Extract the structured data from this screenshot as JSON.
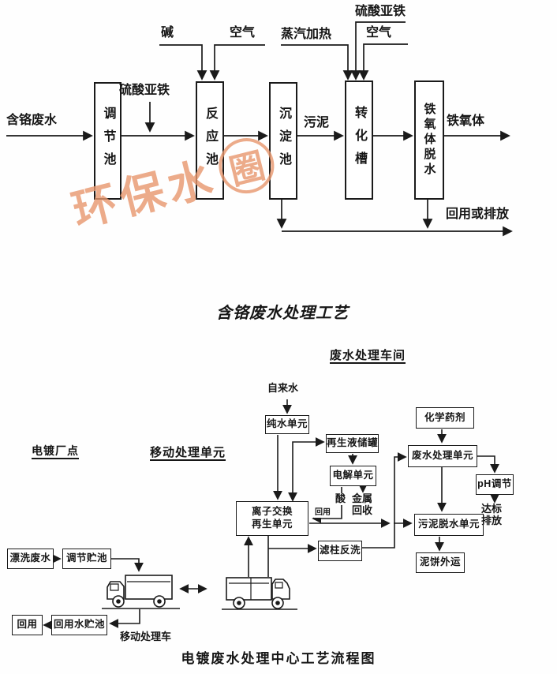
{
  "watermark": {
    "text_main": "环保水",
    "text_circled": "圈",
    "color": "#e8976e"
  },
  "top": {
    "title": "含铬废水处理工艺",
    "influent": "含铬废水",
    "tanks": [
      "调节池",
      "反应池",
      "沉淀池",
      "转化槽",
      "铁氧体脱水"
    ],
    "feeds": {
      "ferrous_sulfate_1": "硫酸亚铁",
      "alkali": "碱",
      "air_1": "空气",
      "steam_heating": "蒸汽加热",
      "ferrous_sulfate_2": "硫酸亚铁",
      "air_2": "空气"
    },
    "labels": {
      "sludge": "污泥",
      "ferrite_product": "铁氧体",
      "reuse_or_discharge": "回用或排放"
    }
  },
  "bottom": {
    "caption": "电镀废水处理中心工艺流程图",
    "headers": {
      "workshop": "废水处理车间",
      "plant_site": "电镀厂点",
      "mobile_unit": "移动处理单元"
    },
    "boxes": {
      "pure_water": "纯水单元",
      "regen_liquid_tank": "再生液储罐",
      "electrolysis": "电解单元",
      "ion_exchange_regen": "离子交换\n再生单元",
      "chemical_agents": "化学药剂",
      "wastewater_treatment": "废水处理单元",
      "ph_adjust": "pH调节",
      "sludge_dewatering": "污泥脱水单元",
      "sludge_cake_out": "泥饼外运",
      "filter_backwash": "滤柱反洗",
      "rinse_wastewater": "漂洗废水",
      "adjust_storage_tank": "调节贮池",
      "reuse_water_tank": "回用水贮池",
      "reuse": "回用"
    },
    "labels": {
      "tap_water": "自来水",
      "acid": "酸",
      "metal_recovery": "金属\n回收",
      "reuse_small": "回用",
      "discharge_standard": "达标\n排放",
      "mobile_vehicle": "移动处理车"
    }
  }
}
